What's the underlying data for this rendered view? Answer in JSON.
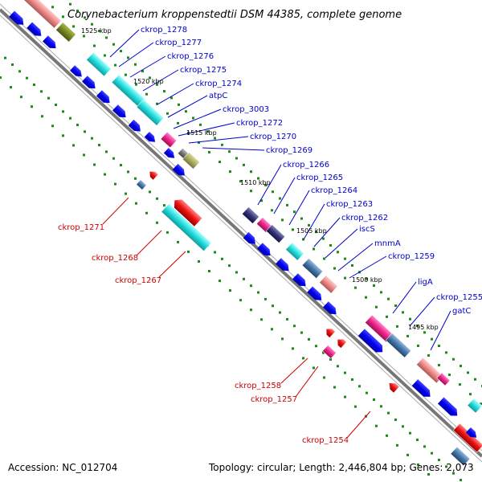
{
  "title": "Corynebacterium kroppenstedtii DSM 44385, complete genome",
  "footer": {
    "accession": "Accession: NC_012704",
    "topology": "Topology: circular; Length: 2,446,804 bp; Genes: 2,073"
  },
  "ticks": [
    "1525 kbp",
    "1520 kbp",
    "1515 kbp",
    "1510 kbp",
    "1505 kbp",
    "1500 kbp",
    "1495 kbp"
  ],
  "labels_forward": [
    "ckrop_1278",
    "ckrop_1277",
    "ckrop_1276",
    "ckrop_1275",
    "ckrop_1274",
    "atpC",
    "ckrop_3003",
    "ckrop_1272",
    "ckrop_1270",
    "ckrop_1269",
    "ckrop_1266",
    "ckrop_1265",
    "ckrop_1264",
    "ckrop_1263",
    "ckrop_1262",
    "iscS",
    "mnmA",
    "ckrop_1259",
    "ligA",
    "ckrop_1255",
    "gatC"
  ],
  "labels_reverse": [
    "ckrop_1271",
    "ckrop_1268",
    "ckrop_1267",
    "ckrop_1258",
    "ckrop_1257",
    "ckrop_1254"
  ],
  "colors": {
    "forward_label": "#0000cc",
    "reverse_label": "#cc0000",
    "backbone": "#888888",
    "gc_dots": "#1a8a1a",
    "cds": "#0000ee",
    "cyan": "#22dddd",
    "salmon": "#ee8888",
    "magenta": "#ee2288",
    "red": "#ee1111",
    "steel": "#4477aa",
    "navy": "#333377",
    "olive": "#778822",
    "khaki": "#aaaa66",
    "grey": "#777777"
  }
}
